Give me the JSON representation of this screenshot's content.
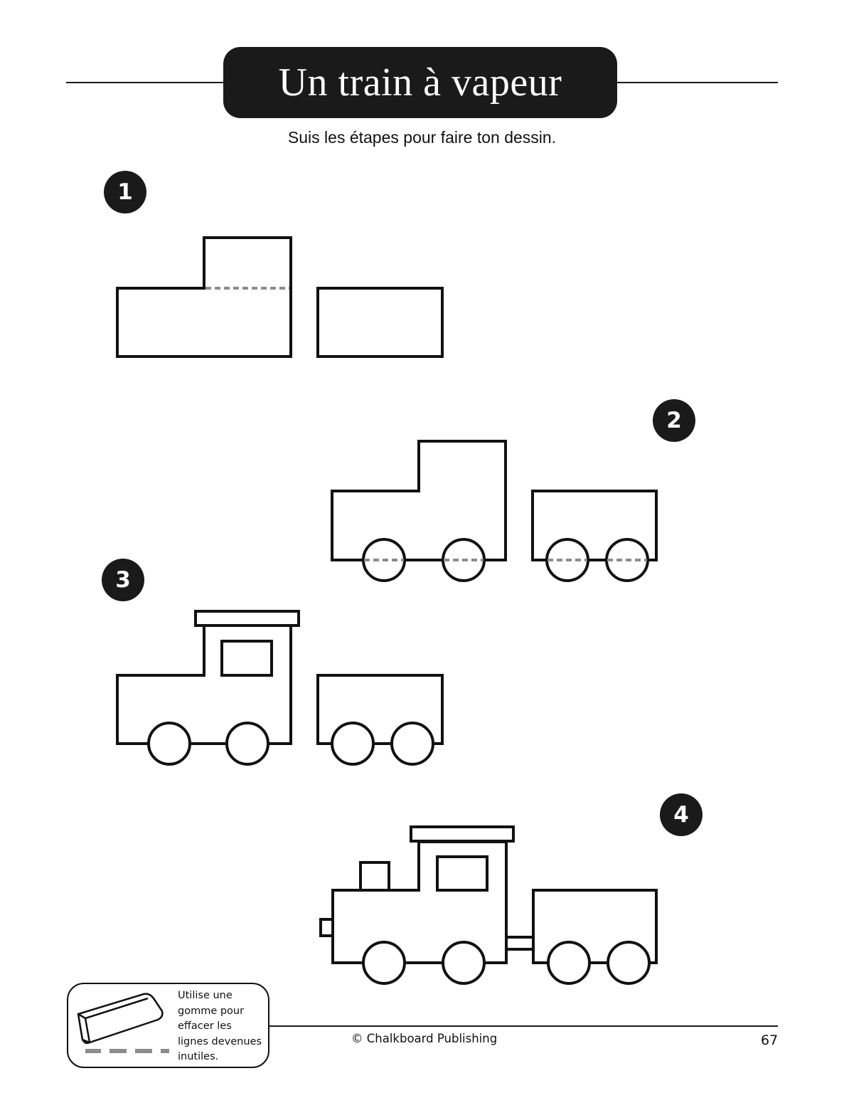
{
  "header": {
    "title": "Un train à vapeur",
    "subtitle": "Suis les étapes pour faire ton dessin."
  },
  "steps": [
    {
      "number": "1",
      "description": "Locomotive body with cab and separate wagon rectangle; dashed guide line between cab and body"
    },
    {
      "number": "2",
      "description": "Add two wheels to locomotive and two wheels to wagon; dashed guide lines inside wheels"
    },
    {
      "number": "3",
      "description": "Add roof and window to cab"
    },
    {
      "number": "4",
      "description": "Add chimney, front bumper and coupler between locomotive and wagon"
    }
  ],
  "tip": {
    "lines": [
      "Utilise une",
      "gomme pour",
      "effacer les",
      "lignes devenues",
      "inutiles."
    ],
    "icon": "eraser-icon"
  },
  "footer": {
    "copyright": "© Chalkboard Publishing",
    "page_number": "67"
  },
  "colors": {
    "ink": "#1a1a1a",
    "guide_dash": "#8c8c8c",
    "background": "#ffffff"
  }
}
